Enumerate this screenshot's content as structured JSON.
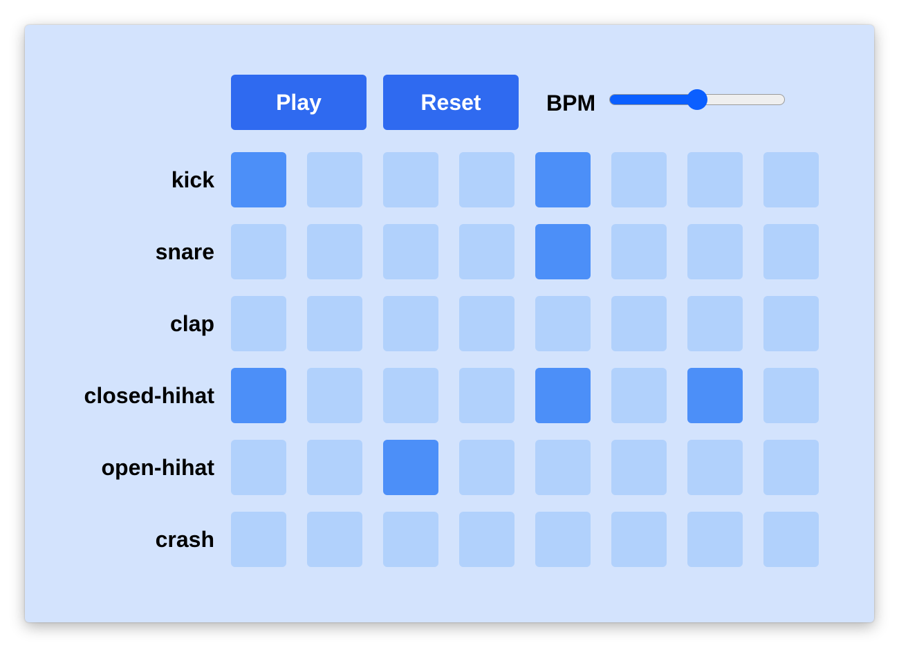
{
  "controls": {
    "play_label": "Play",
    "reset_label": "Reset",
    "bpm_label": "BPM",
    "bpm_level": 0.5
  },
  "colors": {
    "panel_bg": "#d3e3fd",
    "button": "#2f6af0",
    "step_off": "#b1d1fc",
    "step_on": "#4c8ff8",
    "slider_accent": "#0b5fff"
  },
  "tracks": [
    {
      "name": "kick",
      "steps": [
        1,
        0,
        0,
        0,
        1,
        0,
        0,
        0
      ]
    },
    {
      "name": "snare",
      "steps": [
        0,
        0,
        0,
        0,
        1,
        0,
        0,
        0
      ]
    },
    {
      "name": "clap",
      "steps": [
        0,
        0,
        0,
        0,
        0,
        0,
        0,
        0
      ]
    },
    {
      "name": "closed-hihat",
      "steps": [
        1,
        0,
        0,
        0,
        1,
        0,
        1,
        0
      ]
    },
    {
      "name": "open-hihat",
      "steps": [
        0,
        0,
        1,
        0,
        0,
        0,
        0,
        0
      ]
    },
    {
      "name": "crash",
      "steps": [
        0,
        0,
        0,
        0,
        0,
        0,
        0,
        0
      ]
    }
  ]
}
